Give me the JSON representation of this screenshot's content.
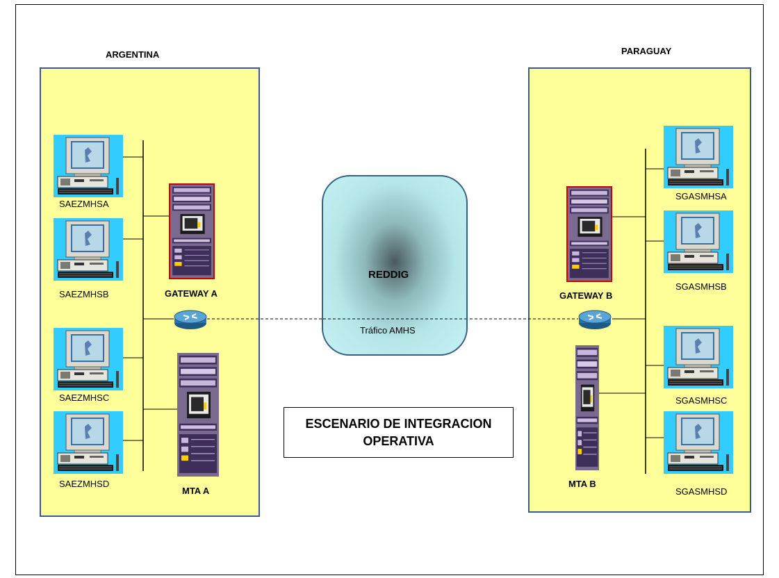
{
  "argentina": {
    "title": "ARGENTINA",
    "workstations": [
      "SAEZMHSA",
      "SAEZMHSB",
      "SAEZMHSC",
      "SAEZMHSD"
    ],
    "gateway": "GATEWAY A",
    "mta": "MTA A"
  },
  "paraguay": {
    "title": "PARAGUAY",
    "workstations": [
      "SGASMHSA",
      "SGASMHSB",
      "SGASMHSC",
      "SGASMHSD"
    ],
    "gateway": "GATEWAY B",
    "mta": "MTA B"
  },
  "network": {
    "name": "REDDIG",
    "traffic": "Tráfico  AMHS"
  },
  "scenario": {
    "line1": "ESCENARIO DE INTEGRACION",
    "line2": "OPERATIVA"
  },
  "colors": {
    "region_fill": "#ffff99",
    "region_border": "#3a5a8a",
    "pc_background": "#33ccff",
    "cloud": "#c6f2f4",
    "gateway_border": "#cc0000"
  },
  "icons": {
    "workstation": "computer-icon",
    "server": "server-rack-icon",
    "router": "router-icon"
  }
}
